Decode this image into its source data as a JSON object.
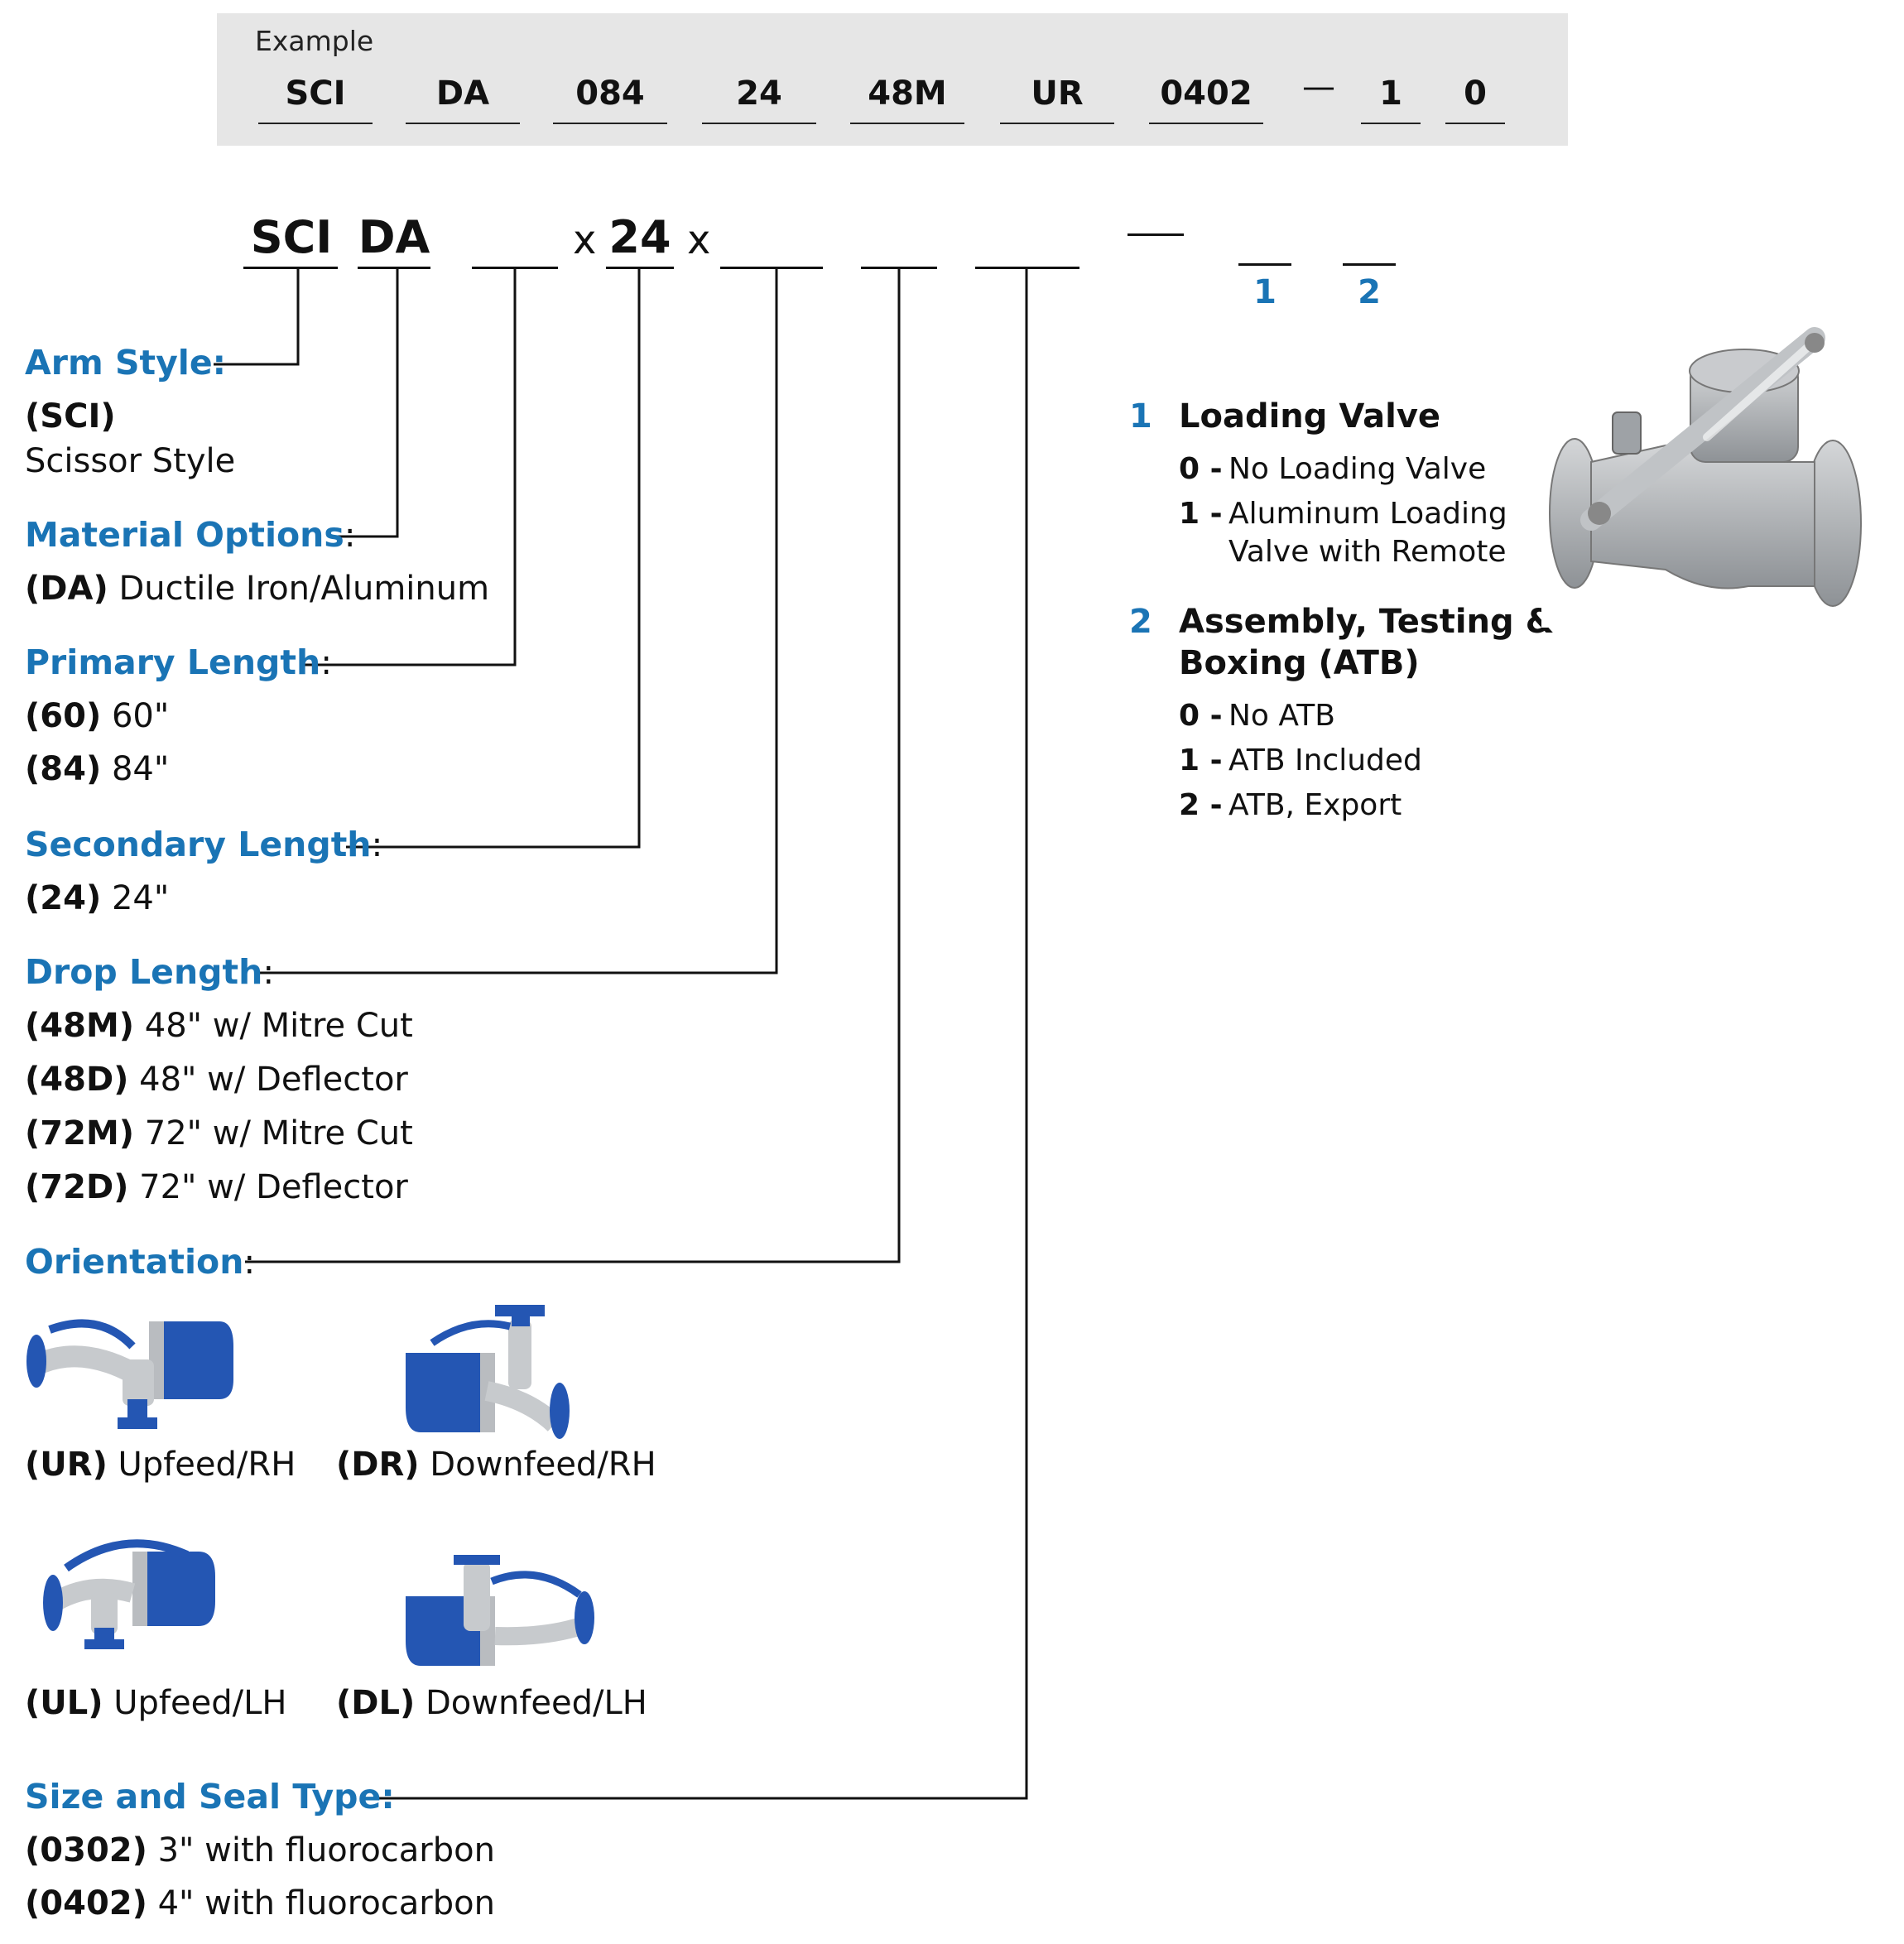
{
  "example": {
    "label": "Example",
    "codes": [
      "SCI",
      "DA",
      "084",
      "24",
      "48M",
      "UR",
      "0402",
      "—",
      "1",
      "0"
    ]
  },
  "code_template": {
    "seg1": "SCI",
    "seg2": "DA",
    "x1": "x",
    "seg4": "24",
    "x2": "x",
    "dash": "—",
    "pos1": "1",
    "pos2": "2"
  },
  "sections": {
    "arm_style": {
      "title": "Arm Style:",
      "items": [
        {
          "code": "(SCI)",
          "desc": ""
        },
        {
          "code": "",
          "desc": "Scissor Style"
        }
      ]
    },
    "material": {
      "title": "Material Options",
      "colon": ":",
      "items": [
        {
          "code": "(DA)",
          "desc": " Ductile Iron/Aluminum"
        }
      ]
    },
    "primary": {
      "title": "Primary Length",
      "colon": ":",
      "items": [
        {
          "code": "(60)",
          "desc": " 60\""
        },
        {
          "code": "(84)",
          "desc": " 84\""
        }
      ]
    },
    "secondary": {
      "title": "Secondary Length",
      "colon": ":",
      "items": [
        {
          "code": "(24)",
          "desc": " 24\""
        }
      ]
    },
    "drop": {
      "title": "Drop Length",
      "colon": ":",
      "items": [
        {
          "code": "(48M)",
          "desc": " 48\"  w/ Mitre Cut"
        },
        {
          "code": "(48D)",
          "desc": " 48\"  w/ Deflector"
        },
        {
          "code": "(72M)",
          "desc": " 72\"  w/ Mitre Cut"
        },
        {
          "code": "(72D)",
          "desc": " 72\"  w/ Deflector"
        }
      ]
    },
    "orientation": {
      "title": "Orientation",
      "colon": ":",
      "items": [
        {
          "code": "(UR)",
          "desc": " Upfeed/RH"
        },
        {
          "code": "(DR)",
          "desc": " Downfeed/RH"
        },
        {
          "code": "(UL)",
          "desc": " Upfeed/LH"
        },
        {
          "code": "(DL)",
          "desc": " Downfeed/LH"
        }
      ]
    },
    "size_seal": {
      "title": "Size and Seal Type:",
      "items": [
        {
          "code": "(0302)",
          "desc": "  3\" with fluorocarbon"
        },
        {
          "code": "(0402)",
          "desc": "  4\" with fluorocarbon"
        }
      ]
    }
  },
  "options": {
    "loading_valve": {
      "num": "1",
      "title": "Loading Valve",
      "items": [
        {
          "code": "0 -",
          "desc": "No Loading Valve"
        },
        {
          "code": "1 -",
          "desc": "Aluminum Loading"
        },
        {
          "code": "",
          "desc": "Valve with Remote"
        }
      ]
    },
    "atb": {
      "num": "2",
      "title_line1": "Assembly, Testing &",
      "title_line2": "Boxing (ATB)",
      "items": [
        {
          "code": "0 -",
          "desc": "No ATB"
        },
        {
          "code": "1 -",
          "desc": "ATB Included"
        },
        {
          "code": "2 -",
          "desc": "ATB, Export"
        }
      ]
    }
  },
  "icons": {
    "valve": "valve-photo-icon",
    "orientation_ur": "upfeed-rh-icon",
    "orientation_dr": "downfeed-rh-icon",
    "orientation_ul": "upfeed-lh-icon",
    "orientation_dl": "downfeed-lh-icon"
  },
  "colors": {
    "accent": "#1a74b5",
    "box": "#e6e6e6",
    "blue_part": "#2456b3",
    "steel": "#b9bcc0"
  }
}
